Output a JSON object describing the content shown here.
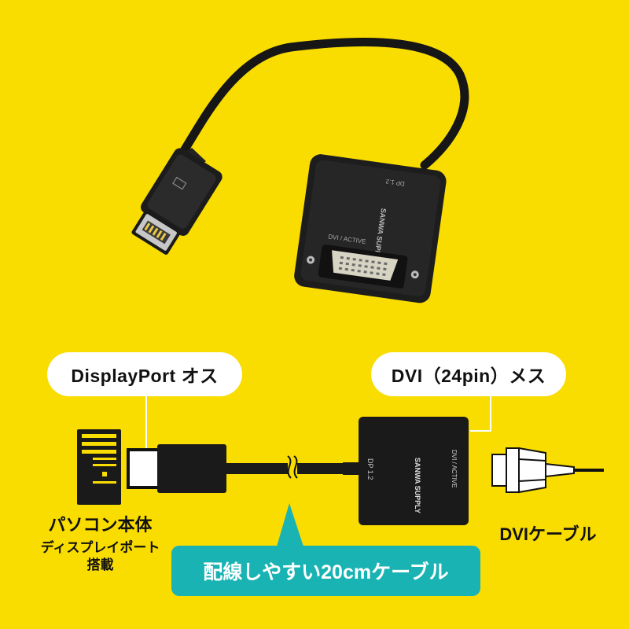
{
  "product": {
    "adapter_top_text": "DP 1.2",
    "brand_logo": "SANWA SUPPLY",
    "adapter_port_text": "DVI / ACTIVE"
  },
  "labels": {
    "dp_male": "DisplayPort オス",
    "dvi_female": "DVI（24pin）メス",
    "pc_title": "パソコン本体",
    "pc_sub1": "ディスプレイポート",
    "pc_sub2": "搭載",
    "dvi_cable": "DVIケーブル",
    "cable_note": "配線しやすい20cmケーブル"
  },
  "diagram": {
    "adapter_left_text": "DP 1.2",
    "adapter_logo": "SANWA SUPPLY",
    "adapter_right_text": "DVI / ACTIVE"
  },
  "colors": {
    "background": "#f9dc00",
    "accent": "#19b3b4",
    "callout": "#ffffff"
  }
}
